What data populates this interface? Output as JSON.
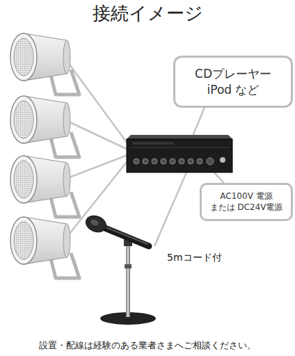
{
  "diagram": {
    "title": "接続イメージ",
    "caption": "設置・配線は経験のある業者さまへご相談ください。",
    "nodes": [
      {
        "text": [
          "CDプレーヤー iPod など"
        ]
      },
      {
        "text": [
          "AC100V 電源 または DC24V電源"
        ]
      }
    ],
    "labels": [
      "5mコード付"
    ]
  }
}
